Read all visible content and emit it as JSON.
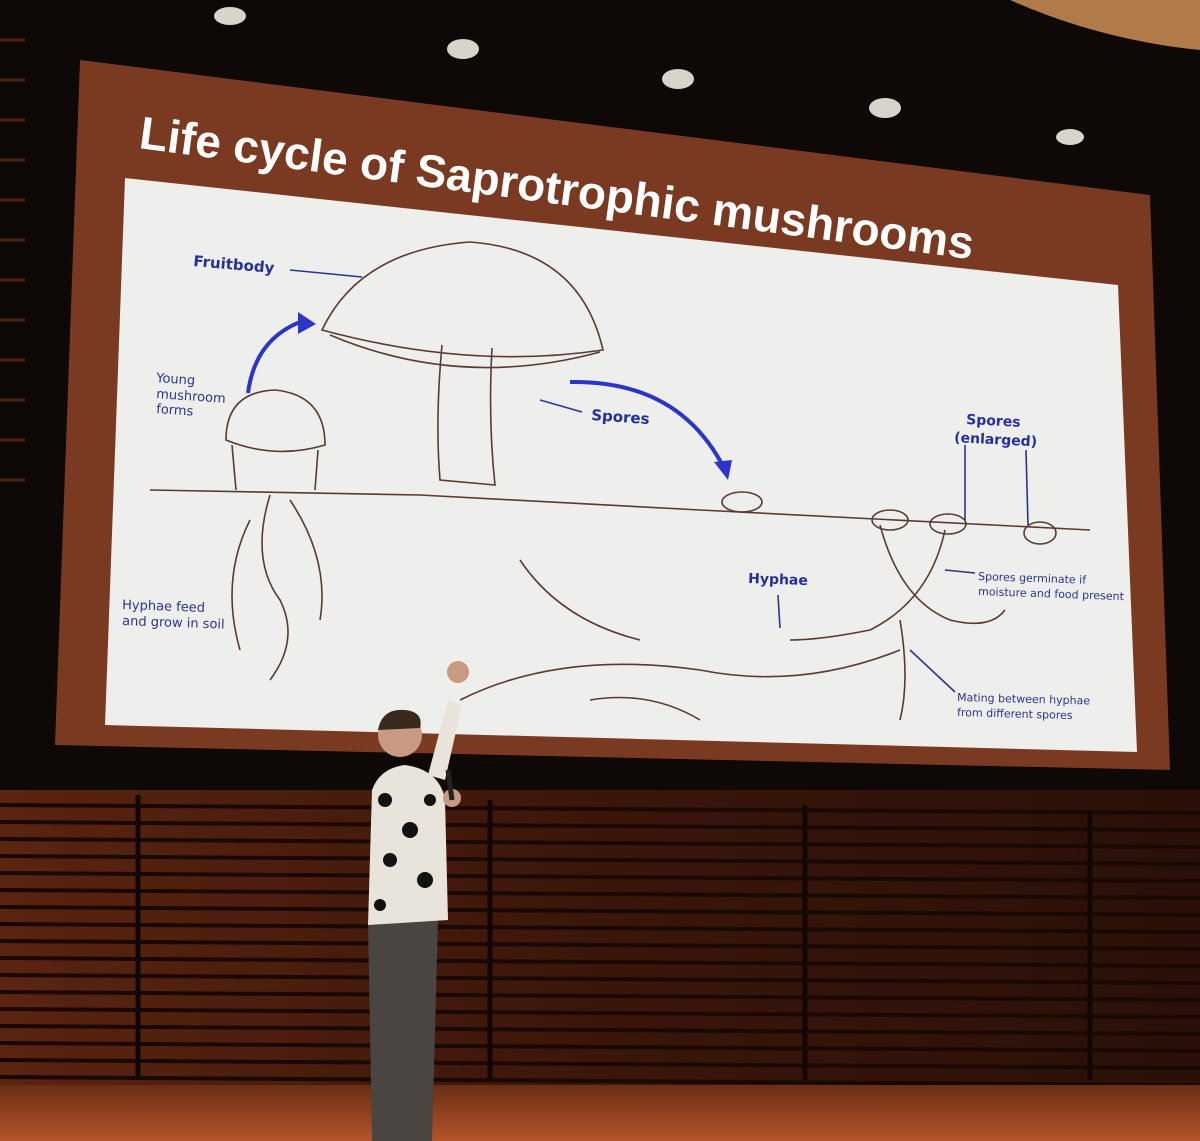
{
  "slide": {
    "title": "Life cycle of Saprotrophic mushrooms",
    "labels": {
      "fruitbody": "Fruitbody",
      "young_1": "Young",
      "young_2": "mushroom",
      "young_3": "forms",
      "spores": "Spores",
      "spores_enlarged_1": "Spores",
      "spores_enlarged_2": "(enlarged)",
      "hyphae": "Hyphae",
      "germinate_1": "Spores germinate if",
      "germinate_2": "moisture and food present",
      "feed_1": "Hyphae feed",
      "feed_2": "and grow in soil",
      "mating_1": "Mating between hyphae",
      "mating_2": "from different spores"
    }
  },
  "colors": {
    "frame": "#7a3a22",
    "slide_bg": "#eeeeec",
    "label": "#2a3590",
    "arrow": "#2b36c8"
  }
}
